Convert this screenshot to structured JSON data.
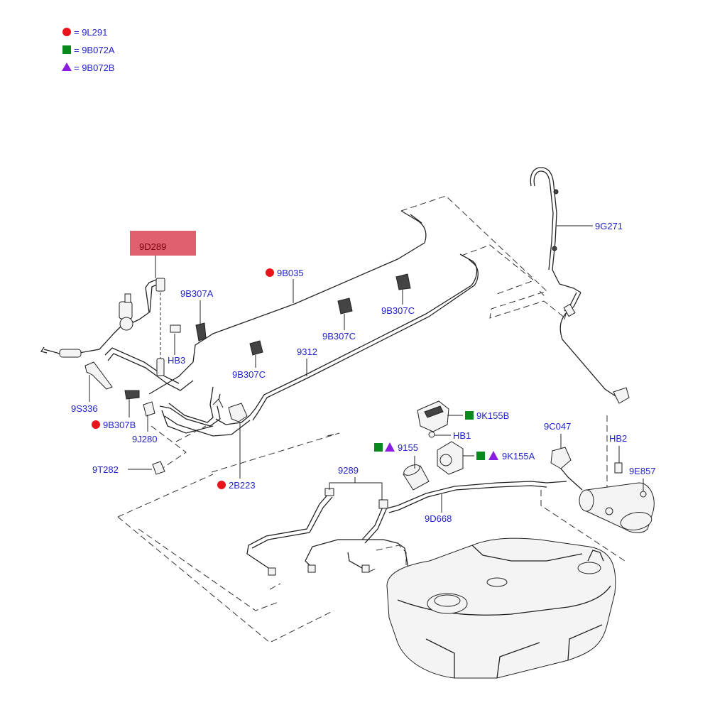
{
  "legend": [
    {
      "symbol": "red-circle",
      "color": "#e8141c",
      "text": "= 9L291"
    },
    {
      "symbol": "green-square",
      "color": "#0a8a1e",
      "text": "= 9B072A"
    },
    {
      "symbol": "purple-triangle",
      "color": "#8a1ee0",
      "text": "= 9B072B"
    }
  ],
  "highlight": {
    "text": "9D289",
    "color": "#e06070"
  },
  "colors": {
    "label": "#2222cc",
    "red": "#e8141c",
    "green": "#0a8a1e",
    "purple": "#8a1ee0"
  },
  "callouts": {
    "c_9b035": "9B035",
    "c_9b307a": "9B307A",
    "hb3": "HB3",
    "c_9b307c_1": "9B307C",
    "c_9b307c_2": "9B307C",
    "c_9b307c_3": "9B307C",
    "c_9312": "9312",
    "c_9s336": "9S336",
    "c_9b307b": "9B307B",
    "c_9j280": "9J280",
    "c_9t282": "9T282",
    "c_2b223": "2B223",
    "c_9g271": "9G271",
    "c_9k155b": "9K155B",
    "hb1": "HB1",
    "c_9155": "9155",
    "c_9k155a": "9K155A",
    "c_9c047": "9C047",
    "hb2": "HB2",
    "c_9e857": "9E857",
    "c_9289": "9289",
    "c_9d668": "9D668"
  }
}
